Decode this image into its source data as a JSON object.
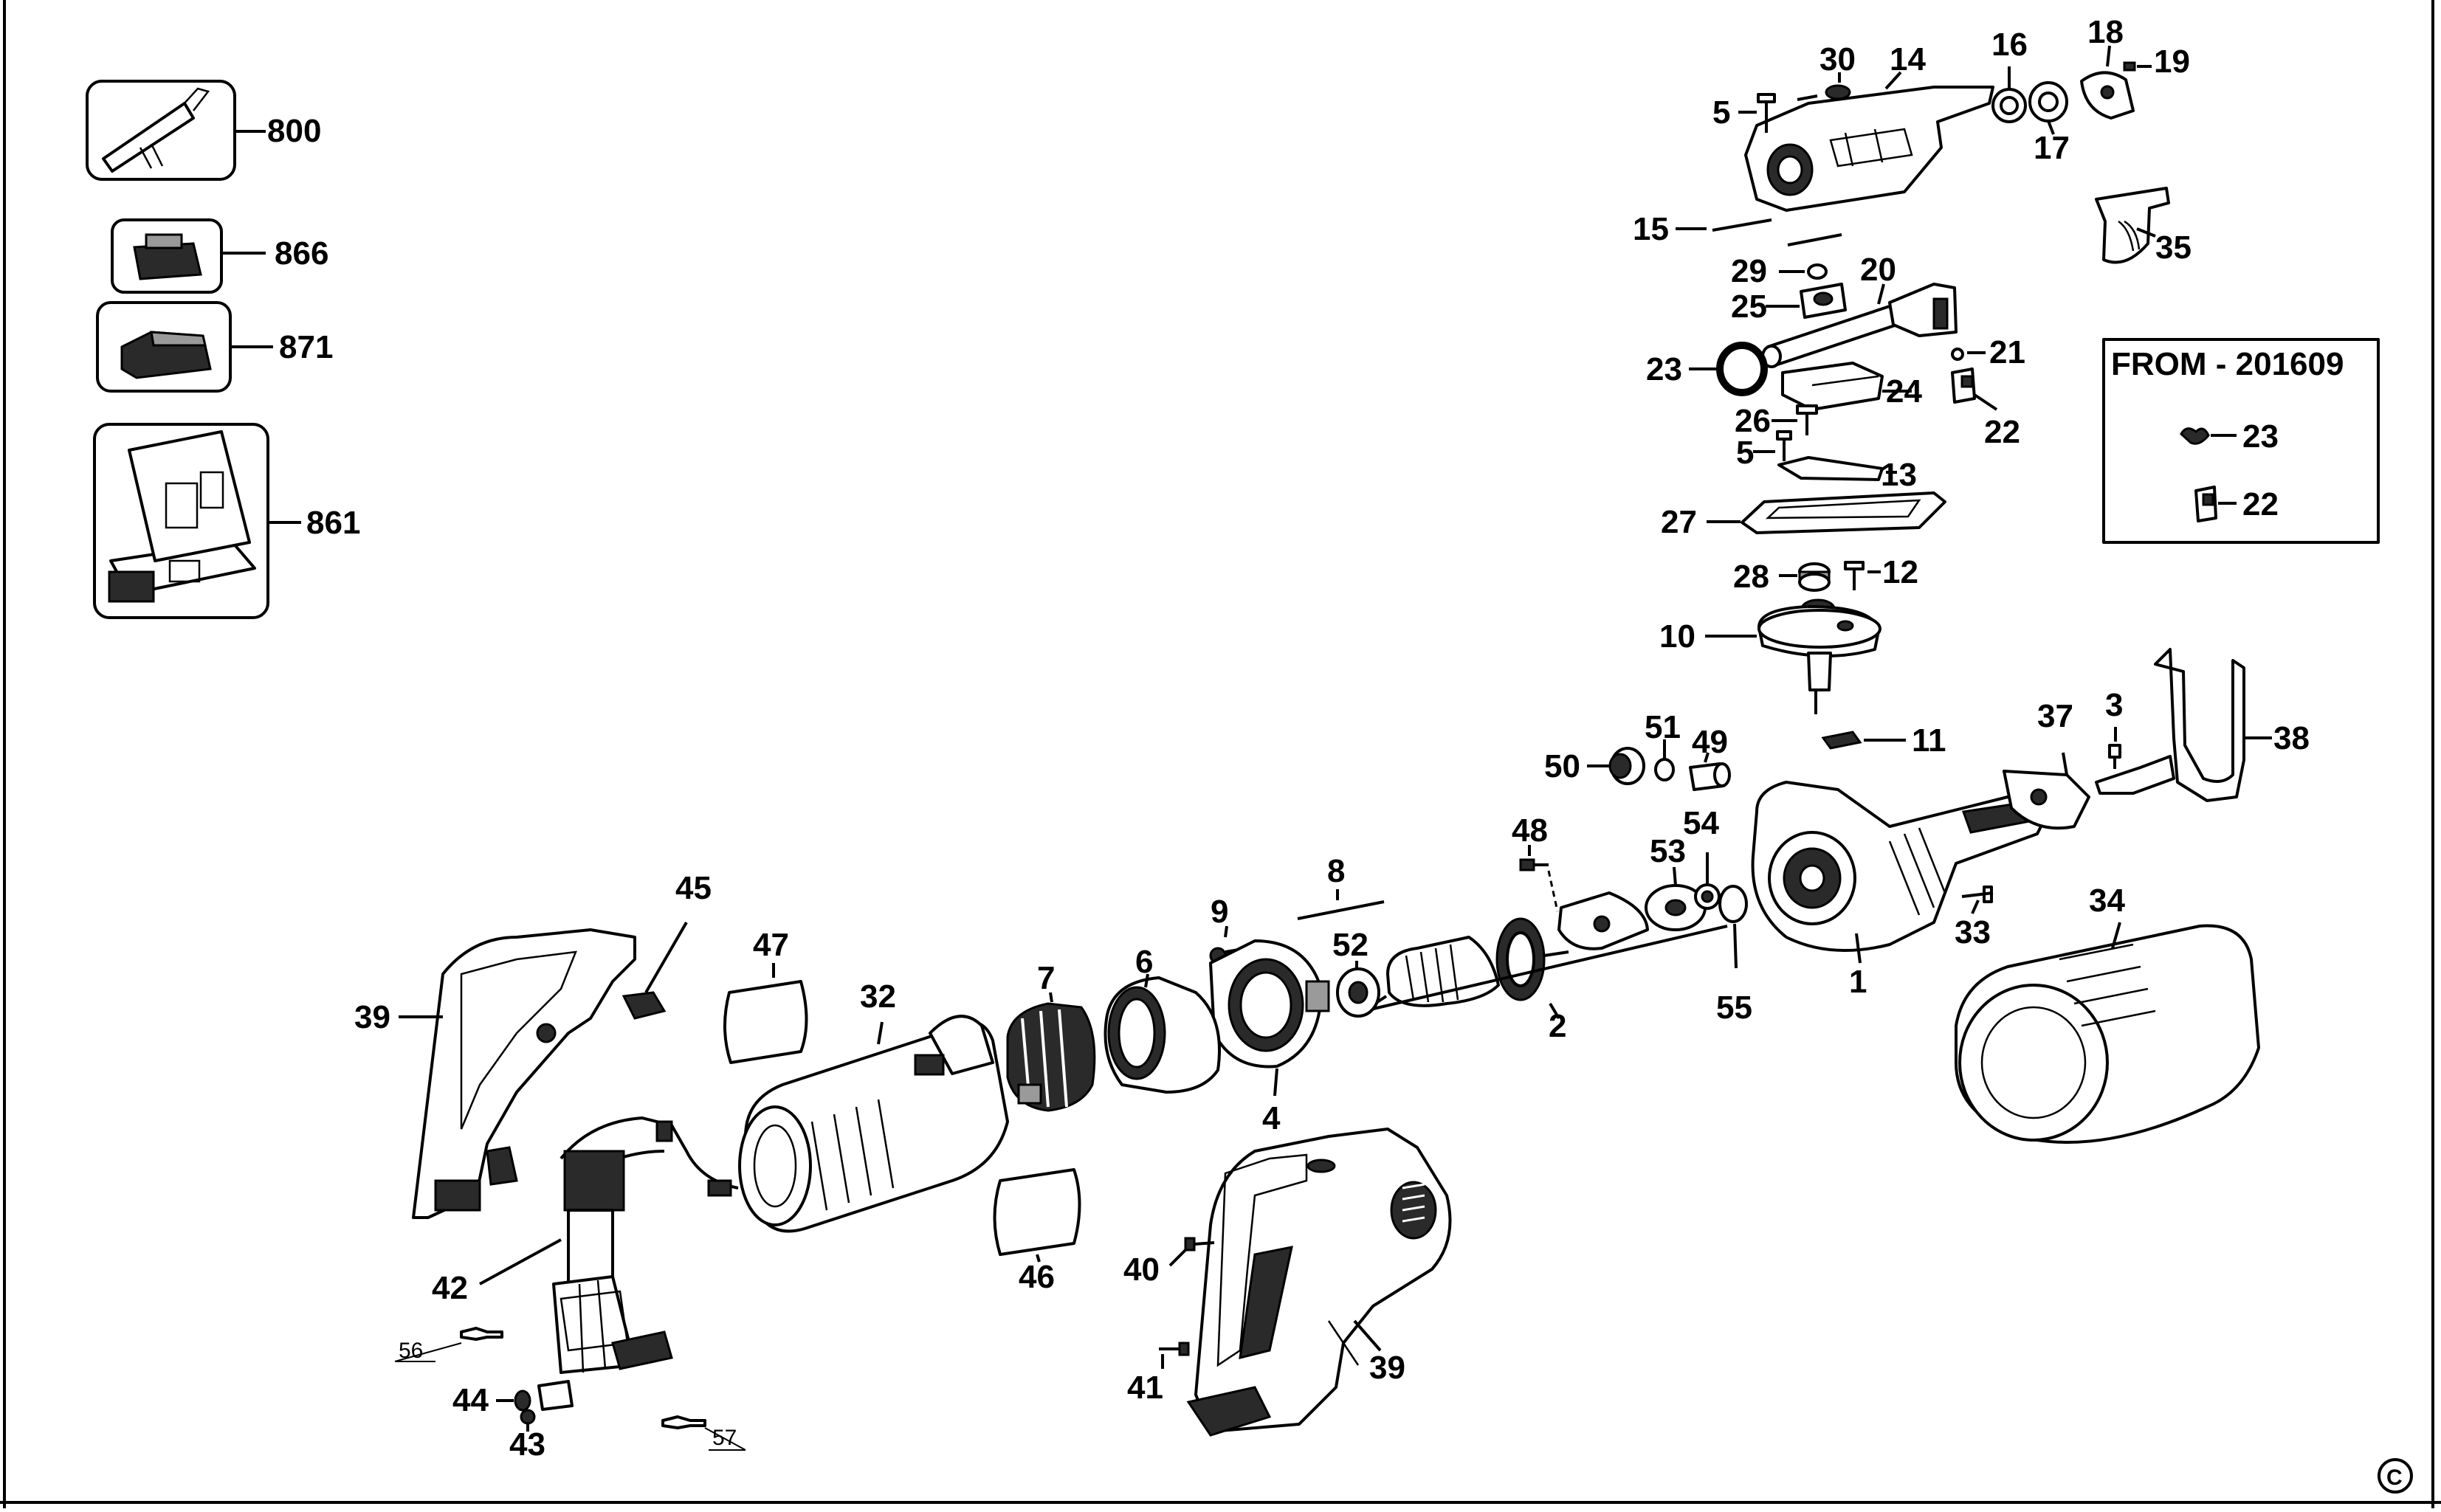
{
  "callouts": {
    "c800": "800",
    "c866": "866",
    "c871": "871",
    "c861": "861",
    "c5a": "5",
    "c30": "30",
    "c14": "14",
    "c16": "16",
    "c17": "17",
    "c18": "18",
    "c19": "19",
    "c15": "15",
    "c35": "35",
    "c29": "29",
    "c20": "20",
    "c25": "25",
    "c23": "23",
    "c21": "21",
    "c24": "24",
    "c22": "22",
    "c26": "26",
    "c5b": "5",
    "c13": "13",
    "c27": "27",
    "c28": "28",
    "c12": "12",
    "c10": "10",
    "c11": "11",
    "c51": "51",
    "c49": "49",
    "c50": "50",
    "c37": "37",
    "c3": "3",
    "c38": "38",
    "c48": "48",
    "c54": "54",
    "c53": "53",
    "c8": "8",
    "c9": "9",
    "c52": "52",
    "c45": "45",
    "c47": "47",
    "c32": "32",
    "c7": "7",
    "c6": "6",
    "c4": "4",
    "c2": "2",
    "c55": "55",
    "c1": "1",
    "c33": "33",
    "c34": "34",
    "c39a": "39",
    "c42": "42",
    "c46": "46",
    "c40": "40",
    "c41": "41",
    "c39b": "39",
    "c44": "44",
    "c43": "43",
    "c56": "56",
    "c57": "57"
  },
  "inset": {
    "title": "FROM - 201609",
    "item_a": "23",
    "item_b": "22"
  },
  "copyright": "C"
}
